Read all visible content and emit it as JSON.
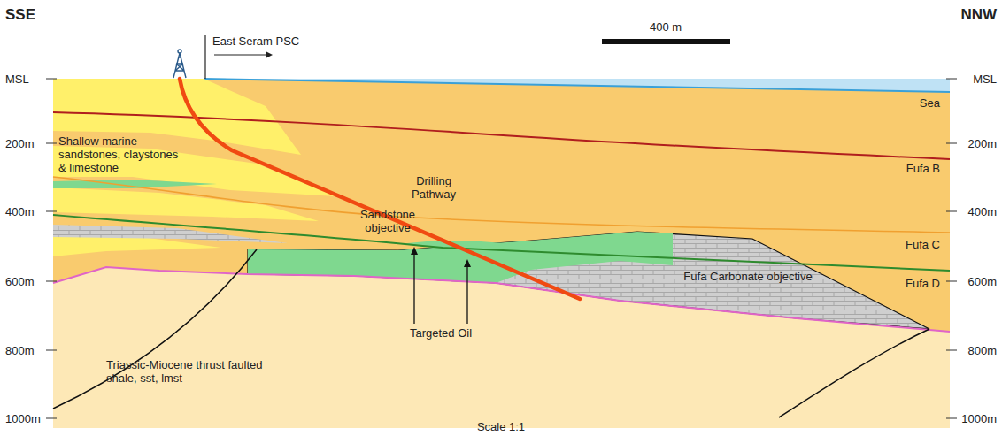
{
  "diagram": {
    "labels": [
      "SSE",
      "NNW",
      "East Seram PSC",
      "400 m",
      "MSL",
      "MSL",
      "200m",
      "400m",
      "600m",
      "800m",
      "1000m",
      "200m",
      "400m",
      "600m",
      "800m",
      "1000m",
      "Sea",
      "Shallow marine sandstones, claystones & limestone",
      "Drilling Pathway",
      "Fufa B",
      "Fufa C",
      "Fufa D",
      "Sandstone objective",
      "Fufa Carbonate objective",
      "Targeted Oil",
      "Triassic-Miocene thrust faulted shale, sst, lmst",
      "Scale 1:1"
    ]
  }
}
